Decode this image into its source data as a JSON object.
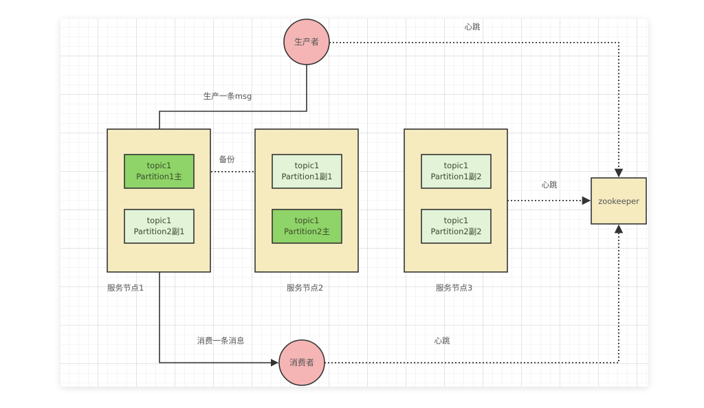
{
  "colors": {
    "node_fill": "#f5ebbf",
    "node_stroke": "#333333",
    "leader_fill": "#8fd468",
    "replica_fill": "#e2f3d8",
    "circle_fill": "#f5b5b5",
    "edge_stroke": "#333333"
  },
  "producer": {
    "label": "生产者"
  },
  "consumer": {
    "label": "消费者"
  },
  "zookeeper": {
    "label": "zookeeper"
  },
  "nodes": [
    {
      "label": "服务节点1",
      "partitions": [
        {
          "topic": "topic1",
          "name": "Partition1主",
          "role": "leader"
        },
        {
          "topic": "topic1",
          "name": "Partition2副1",
          "role": "replica"
        }
      ]
    },
    {
      "label": "服务节点2",
      "partitions": [
        {
          "topic": "topic1",
          "name": "Partition1副1",
          "role": "replica"
        },
        {
          "topic": "topic1",
          "name": "Partition2主",
          "role": "leader"
        }
      ]
    },
    {
      "label": "服务节点3",
      "partitions": [
        {
          "topic": "topic1",
          "name": "Partition1副2",
          "role": "replica"
        },
        {
          "topic": "topic1",
          "name": "Partition2副2",
          "role": "replica"
        }
      ]
    }
  ],
  "edges": {
    "produce_label": "生产一条msg",
    "backup_label": "备份",
    "consume_label": "消费一条消息",
    "heartbeat_producer_label": "心跳",
    "heartbeat_node_label": "心跳",
    "heartbeat_consumer_label": "心跳"
  }
}
